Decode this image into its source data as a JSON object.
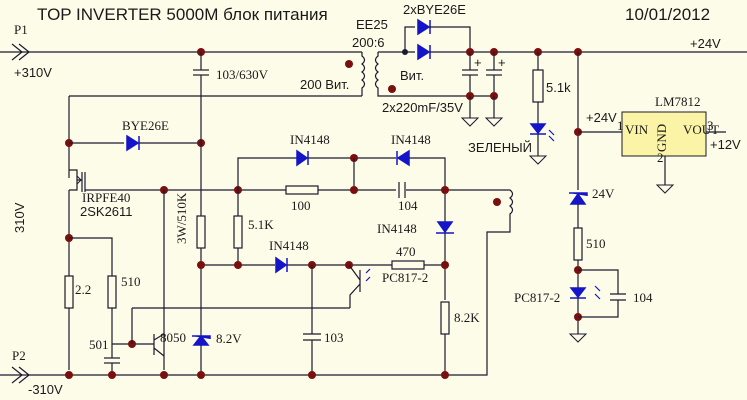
{
  "title": "TOP INVERTER 5000M блок питания",
  "date": "10/01/2012",
  "colors": {
    "background": "#fdfce9",
    "diode": "#1414c8",
    "junction": "#7a0f0f",
    "wire": "#1a1a2e",
    "regulator": "#fbf3a5"
  },
  "ports": {
    "p1": {
      "name": "P1",
      "voltage": "+310V"
    },
    "p2": {
      "name": "P2",
      "voltage": "-310V"
    },
    "rail_label": "310V"
  },
  "transformer": {
    "core": "EE25",
    "ratio": "200:6",
    "primary_turns": "200 Вит.",
    "secondary_turns": "Вит."
  },
  "components": {
    "c_snubber": "103/630V",
    "d_out": "2xBYE26E",
    "c_out": "2x220mF/35V",
    "r_led": "5.1k",
    "led_label": "ЗЕЛЕНЫЙ",
    "out_voltage": "+24V",
    "reg_in_voltage": "+24V",
    "regulator": {
      "name": "LM7812",
      "pin_in": "VIN",
      "pin_out": "VOUT",
      "pin_gnd": "GND",
      "pin1": "1",
      "pin2": "2",
      "pin3": "3",
      "out_voltage": "+12V"
    },
    "d_clamp": "BYE26E",
    "mosfet": [
      "IRPFE40",
      "2SK2611"
    ],
    "r_start": "3W/510K",
    "d1": "IN4148",
    "d2": "IN4148",
    "d3": "IN4148",
    "d4": "IN4148",
    "r_100": "100",
    "c_104a": "104",
    "r_51k": "5.1K",
    "r_470": "470",
    "opto1": "PC817-2",
    "r_82k": "8.2K",
    "c_103": "103",
    "zener_82": "8.2V",
    "transistor": "8050",
    "c_501": "501",
    "r_22": "2.2",
    "r_510a": "510",
    "zener_24": "24V",
    "r_510b": "510",
    "opto2": "PC817-2",
    "c_104b": "104"
  }
}
